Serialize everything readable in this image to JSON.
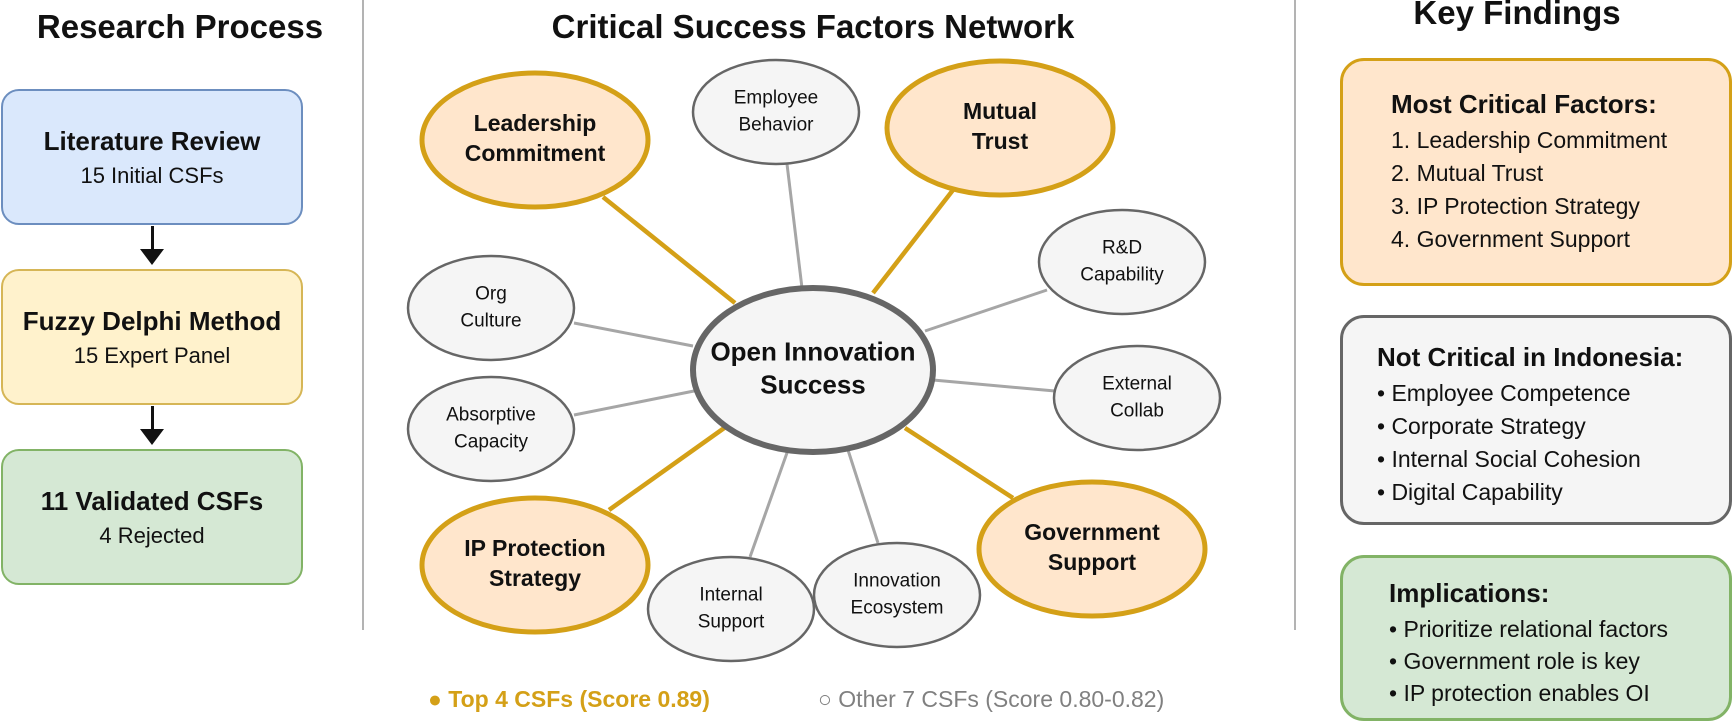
{
  "research_process": {
    "title": "Research Process",
    "steps": [
      {
        "title": "Literature Review",
        "subtitle": "15 Initial CSFs",
        "fill": "#dae8fc",
        "stroke": "#6c8ebf"
      },
      {
        "title": "Fuzzy Delphi Method",
        "subtitle": "15 Expert Panel",
        "fill": "#fff2cc",
        "stroke": "#d6b656"
      },
      {
        "title": "11 Validated CSFs",
        "subtitle": "4 Rejected",
        "fill": "#d5e8d4",
        "stroke": "#82b366"
      }
    ]
  },
  "network": {
    "title": "Critical Success Factors Network",
    "center": {
      "lines": [
        "Open Innovation",
        "Success"
      ]
    },
    "top_nodes": [
      {
        "id": "leadership",
        "lines": [
          "Leadership",
          "Commitment"
        ]
      },
      {
        "id": "trust",
        "lines": [
          "Mutual",
          "Trust"
        ]
      },
      {
        "id": "ip",
        "lines": [
          "IP Protection",
          "Strategy"
        ]
      },
      {
        "id": "government",
        "lines": [
          "Government",
          "Support"
        ]
      }
    ],
    "other_nodes": [
      {
        "id": "employee",
        "lines": [
          "Employee",
          "Behavior"
        ]
      },
      {
        "id": "rd",
        "lines": [
          "R&D",
          "Capability"
        ]
      },
      {
        "id": "org",
        "lines": [
          "Org",
          "Culture"
        ]
      },
      {
        "id": "external",
        "lines": [
          "External",
          "Collab"
        ]
      },
      {
        "id": "absorptive",
        "lines": [
          "Absorptive",
          "Capacity"
        ]
      },
      {
        "id": "internal",
        "lines": [
          "Internal",
          "Support"
        ]
      },
      {
        "id": "ecosystem",
        "lines": [
          "Innovation",
          "Ecosystem"
        ]
      }
    ],
    "colors": {
      "top_fill": "#ffe6cc",
      "top_stroke": "#d4a017",
      "other_fill": "#f5f5f5",
      "other_stroke": "#666666",
      "other_edge": "#a6a6a6",
      "center_stroke": "#666666"
    },
    "legend": {
      "top": "● Top 4 CSFs (Score 0.89)",
      "other": "○ Other 7 CSFs (Score 0.80-0.82)"
    }
  },
  "key_findings": {
    "title": "Key Findings",
    "boxes": [
      {
        "title": "Most Critical Factors:",
        "items": [
          "1. Leadership Commitment",
          "2. Mutual Trust",
          "3. IP Protection Strategy",
          "4. Government Support"
        ],
        "fill": "#ffe6cc",
        "stroke": "#d4a017"
      },
      {
        "title": "Not Critical in Indonesia:",
        "items": [
          "• Employee Competence",
          "• Corporate Strategy",
          "• Internal Social Cohesion",
          "• Digital Capability"
        ],
        "fill": "#f5f5f5",
        "stroke": "#666666"
      },
      {
        "title": "Implications:",
        "items": [
          "• Prioritize relational factors",
          "• Government role is key",
          "• IP protection enables OI"
        ],
        "fill": "#d5e8d4",
        "stroke": "#82b366"
      }
    ]
  }
}
